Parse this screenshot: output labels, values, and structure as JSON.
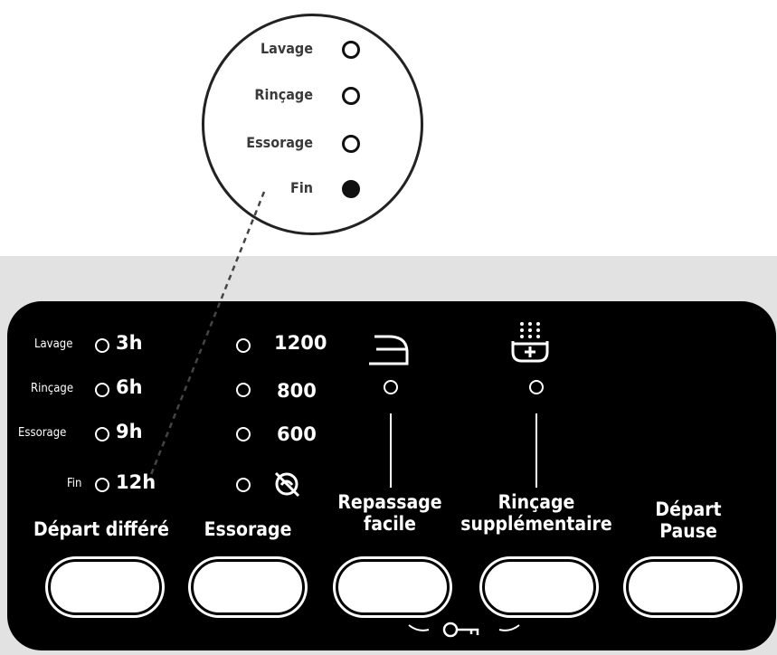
{
  "zoom": {
    "phases": [
      {
        "label": "Lavage",
        "state": "off"
      },
      {
        "label": "Rinçage",
        "state": "off"
      },
      {
        "label": "Essorage",
        "state": "off"
      },
      {
        "label": "Fin",
        "state": "on"
      }
    ]
  },
  "panel": {
    "delay_indicators": [
      {
        "phase": "Lavage",
        "value": "3h"
      },
      {
        "phase": "Rinçage",
        "value": "6h"
      },
      {
        "phase": "Essorage",
        "value": "9h"
      },
      {
        "phase": "Fin",
        "value": "12h"
      }
    ],
    "spin_speeds": [
      "1200",
      "800",
      "600"
    ],
    "spin_off_icon": "no-spin-icon",
    "iron_icon": "iron-icon",
    "rinse_icon": "extra-rinse-icon",
    "key_icon": "key-lock-icon",
    "buttons": [
      {
        "line1": "Départ différé",
        "line2": ""
      },
      {
        "line1": "Essorage",
        "line2": ""
      },
      {
        "line1": "Repassage",
        "line2": "facile"
      },
      {
        "line1": "Rinçage",
        "line2": "supplémentaire"
      },
      {
        "line1": "Départ",
        "line2": "Pause"
      }
    ]
  },
  "colors": {
    "panel": "#000000",
    "band": "#e2e2e2",
    "led": "#ffffff"
  }
}
